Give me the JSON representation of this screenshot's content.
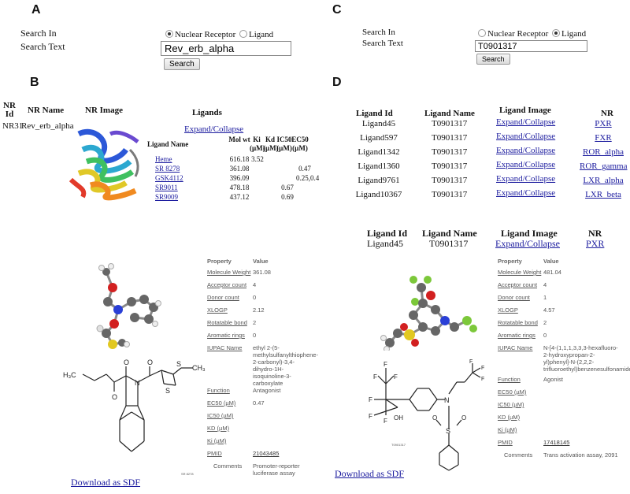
{
  "panels": {
    "a": "A",
    "b": "B",
    "c": "C",
    "d": "D"
  },
  "search_a": {
    "search_in_label": "Search In",
    "search_text_label": "Search Text",
    "option1": "Nuclear Receptor",
    "option2": "Ligand",
    "selected": "Nuclear Receptor",
    "value": "Rev_erb_alpha",
    "button": "Search"
  },
  "search_c": {
    "search_in_label": "Search In",
    "search_text_label": "Search Text",
    "option1": "Nuclear Receptor",
    "option2": "Ligand",
    "selected": "Ligand",
    "value": "T0901317",
    "button": "Search"
  },
  "panel_b": {
    "headers": {
      "nr_id": "NR Id",
      "nr_name": "NR Name",
      "nr_image": "NR Image",
      "ligands": "Ligands"
    },
    "row": {
      "nr_id": "NR31",
      "nr_name": "Rev_erb_alpha"
    },
    "expand": "Expand/Collapse",
    "ligand_cols": {
      "name": "Ligand Name",
      "mw": "Mol wt",
      "ki": "Ki (µM)",
      "kd": "Kd (µM)",
      "ic50": "IC50 (µM)",
      "ec50": "EC50 (µM)"
    },
    "ligands": [
      {
        "name": "Heme",
        "mw": "616.18",
        "ki": "3.52",
        "kd": "",
        "ic50": "",
        "ec50": ""
      },
      {
        "name": "SR 8278",
        "mw": "361.08",
        "ki": "",
        "kd": "",
        "ic50": "",
        "ec50": "0.47"
      },
      {
        "name": "GSK4112",
        "mw": "396.09",
        "ki": "",
        "kd": "",
        "ic50": "",
        "ec50": "0.25,0.4"
      },
      {
        "name": "SR9011",
        "mw": "478.18",
        "ki": "",
        "kd": "",
        "ic50": "0.67",
        "ec50": ""
      },
      {
        "name": "SR9009",
        "mw": "437.12",
        "ki": "",
        "kd": "",
        "ic50": "0.69",
        "ec50": ""
      }
    ],
    "props_head": {
      "property": "Property",
      "value": "Value"
    },
    "props": [
      {
        "k": "Molecule Weight",
        "v": "361.08"
      },
      {
        "k": "Acceptor count",
        "v": "4"
      },
      {
        "k": "Donor count",
        "v": "0"
      },
      {
        "k": "XLOGP",
        "v": "2.12"
      },
      {
        "k": "Rotatable bond",
        "v": "2"
      },
      {
        "k": "Aromatic rings",
        "v": "0"
      },
      {
        "k": "IUPAC Name",
        "v": "ethyl 2-(5-methylsulfanylthiophene-2-carbonyl)-3,4-dihydro-1H-isoquinoline-3-carboxylate"
      },
      {
        "k": "Function",
        "v": "Antagonist"
      },
      {
        "k": "EC50 (µM)",
        "v": "0.47"
      },
      {
        "k": "IC50 (µM)",
        "v": ""
      },
      {
        "k": "KD (µM)",
        "v": ""
      },
      {
        "k": "Ki (µM)",
        "v": ""
      },
      {
        "k": "PMID",
        "v": "21043485"
      },
      {
        "k": "Comments",
        "v": "Promoter-reporter luciferase assay"
      }
    ],
    "struct": {
      "h3c": "H₃C",
      "s": "S",
      "ch3": "CH₃",
      "n": "N",
      "o": "O",
      "caption": "SR 8278"
    },
    "download": "Download as SDF"
  },
  "panel_d": {
    "headers": {
      "id": "Ligand Id",
      "name": "Ligand Name",
      "image": "Ligand Image",
      "nr": "NR"
    },
    "rows": [
      {
        "id": "Ligand45",
        "name": "T0901317",
        "image": "Expand/Collapse",
        "nr": "PXR"
      },
      {
        "id": "Ligand597",
        "name": "T0901317",
        "image": "Expand/Collapse",
        "nr": "FXR"
      },
      {
        "id": "Ligand1342",
        "name": "T0901317",
        "image": "Expand/Collapse",
        "nr": "ROR_alpha"
      },
      {
        "id": "Ligand1360",
        "name": "T0901317",
        "image": "Expand/Collapse",
        "nr": "ROR_gamma"
      },
      {
        "id": "Ligand9761",
        "name": "T0901317",
        "image": "Expand/Collapse",
        "nr": "LXR_alpha"
      },
      {
        "id": "Ligand10367",
        "name": "T0901317",
        "image": "Expand/Collapse",
        "nr": "LXR_beta"
      }
    ],
    "detail": {
      "id": "Ligand45",
      "name": "T0901317",
      "image": "Expand/Collapse",
      "nr": "PXR"
    },
    "props_head": {
      "property": "Property",
      "value": "Value"
    },
    "props": [
      {
        "k": "Molecule Weight",
        "v": "481.04"
      },
      {
        "k": "Acceptor count",
        "v": "4"
      },
      {
        "k": "Donor count",
        "v": "1"
      },
      {
        "k": "XLOGP",
        "v": "4.57"
      },
      {
        "k": "Rotatable bond",
        "v": "2"
      },
      {
        "k": "Aromatic rings",
        "v": "0"
      },
      {
        "k": "IUPAC Name",
        "v": "N-[4-(1,1,1,3,3,3-hexafluoro-2-hydroxypropan-2-yl)phenyl]-N-(2,2,2-trifluoroethyl)benzenesulfonamide"
      },
      {
        "k": "Function",
        "v": "Agonist"
      },
      {
        "k": "EC50 (µM)",
        "v": ""
      },
      {
        "k": "IC50 (µM)",
        "v": ""
      },
      {
        "k": "KD (µM)",
        "v": ""
      },
      {
        "k": "Ki (µM)",
        "v": ""
      },
      {
        "k": "PMID",
        "v": "17418145"
      },
      {
        "k": "Comments",
        "v": "Trans activation assay, 2091"
      }
    ],
    "struct": {
      "f": "F",
      "oh": "OH",
      "n": "N",
      "s": "S",
      "o": "O",
      "caption": "T0901317"
    },
    "download": "Download as SDF"
  },
  "colors": {
    "link": "#1a1a9e",
    "oxygen": "#d22020",
    "nitrogen": "#2a3fd6",
    "sulfur": "#e2c820",
    "fluorine": "#7cc83a",
    "carbon": "#666666"
  }
}
